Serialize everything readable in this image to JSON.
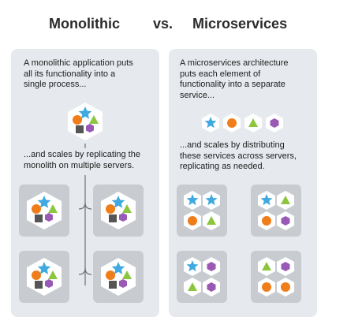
{
  "header": {
    "left_title": "Monolithic",
    "vs": "vs.",
    "right_title": "Microservices"
  },
  "monolithic": {
    "intro": "A monolithic application puts\nall its functionality into a\nsingle process...",
    "scale": "...and scales by replicating the\nmonolith on multiple servers."
  },
  "microservices": {
    "intro": "A microservices architecture\nputs each element of\nfunctionality into a separate\nservice...",
    "scale": "...and scales by distributing\nthese services across servers,\nreplicating as needed."
  },
  "colors": {
    "panel": "#e6eaee",
    "server": "#c8ccd1",
    "star": "#3fa9e0",
    "circle": "#ef7d1a",
    "triangle": "#8cc63f",
    "hexagon": "#9b59b6",
    "square": "#555555"
  }
}
